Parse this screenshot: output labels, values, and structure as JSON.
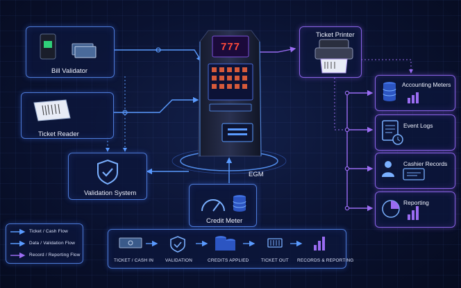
{
  "nodes": {
    "bill_validator": "Bill Validator",
    "ticket_reader": "Ticket Reader",
    "validation_system": "Validation System",
    "egm": "EGM",
    "credit_meter": "Credit Meter",
    "ticket_printer": "Ticket Printer",
    "accounting_meters": "Accounting Meters",
    "event_logs": "Event Logs",
    "cashier_records": "Cashier Records",
    "reporting": "Reporting"
  },
  "legend": [
    {
      "label": "Ticket / Cash Flow",
      "color": "#5a9bff"
    },
    {
      "label": "Data / Validation Flow",
      "color": "#5a9bff"
    },
    {
      "label": "Record / Reporting Flow",
      "color": "#9a6cf2"
    }
  ],
  "process_steps": [
    "TICKET / CASH IN",
    "VALIDATION",
    "CREDITS APPLIED",
    "TICKET OUT",
    "RECORDS & REPORTING"
  ],
  "machine_reels": "777",
  "colors": {
    "blue": "#5a9bff",
    "purple": "#9a6cf2",
    "accent": "#6fd0ff"
  }
}
